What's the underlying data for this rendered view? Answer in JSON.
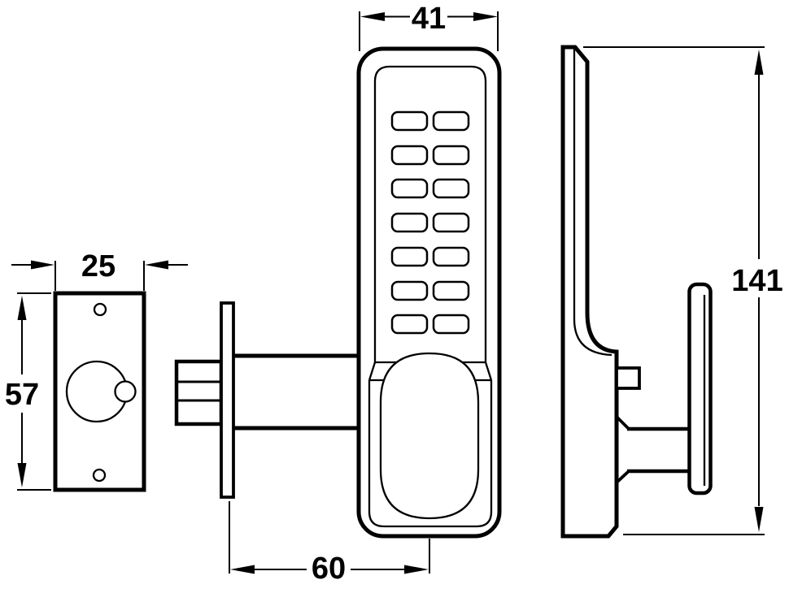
{
  "drawing": {
    "colors": {
      "line": "#000000",
      "background": "#ffffff"
    },
    "views": {
      "strike_plate": {
        "width_label": "25",
        "height_label": "57",
        "screw_holes": 2
      },
      "front": {
        "width_label": "41",
        "backset_label": "60",
        "keypad": {
          "rows": 7,
          "columns": 2
        }
      },
      "side": {
        "height_label": "141"
      }
    }
  }
}
